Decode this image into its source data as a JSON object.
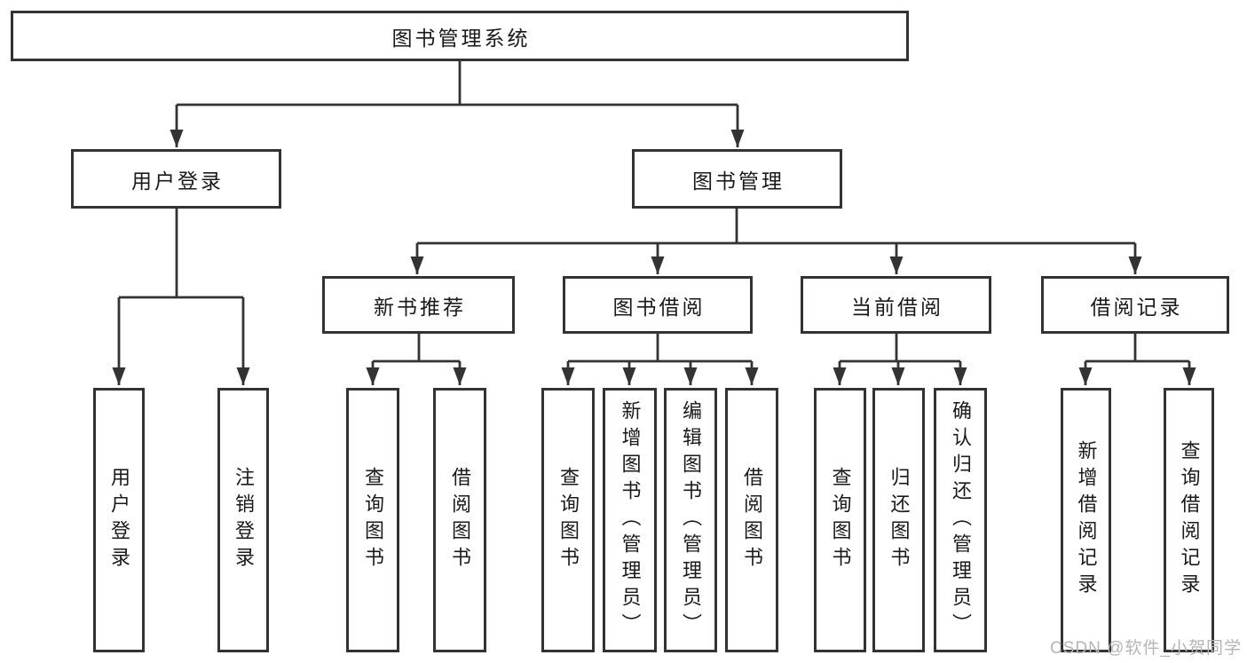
{
  "tree": {
    "root": "图书管理系统",
    "user_login": {
      "label": "用户登录",
      "children": [
        "用户登录",
        "注销登录"
      ]
    },
    "book_mgmt": {
      "label": "图书管理",
      "groups": [
        {
          "label": "新书推荐",
          "children": [
            "查询图书",
            "借阅图书"
          ]
        },
        {
          "label": "图书借阅",
          "children": [
            "查询图书",
            "新增图书（管理员）",
            "编辑图书（管理员）",
            "借阅图书"
          ]
        },
        {
          "label": "当前借阅",
          "children": [
            "查询图书",
            "归还图书",
            "确认归还（管理员）"
          ]
        },
        {
          "label": "借阅记录",
          "children": [
            "新增借阅记录",
            "查询借阅记录"
          ]
        }
      ]
    }
  },
  "watermark": "CSDN @软件_小贺同学",
  "colors": {
    "line": "#333333",
    "text": "#1a1a1a",
    "watermark": "#b5b5b5",
    "background": "#ffffff"
  }
}
